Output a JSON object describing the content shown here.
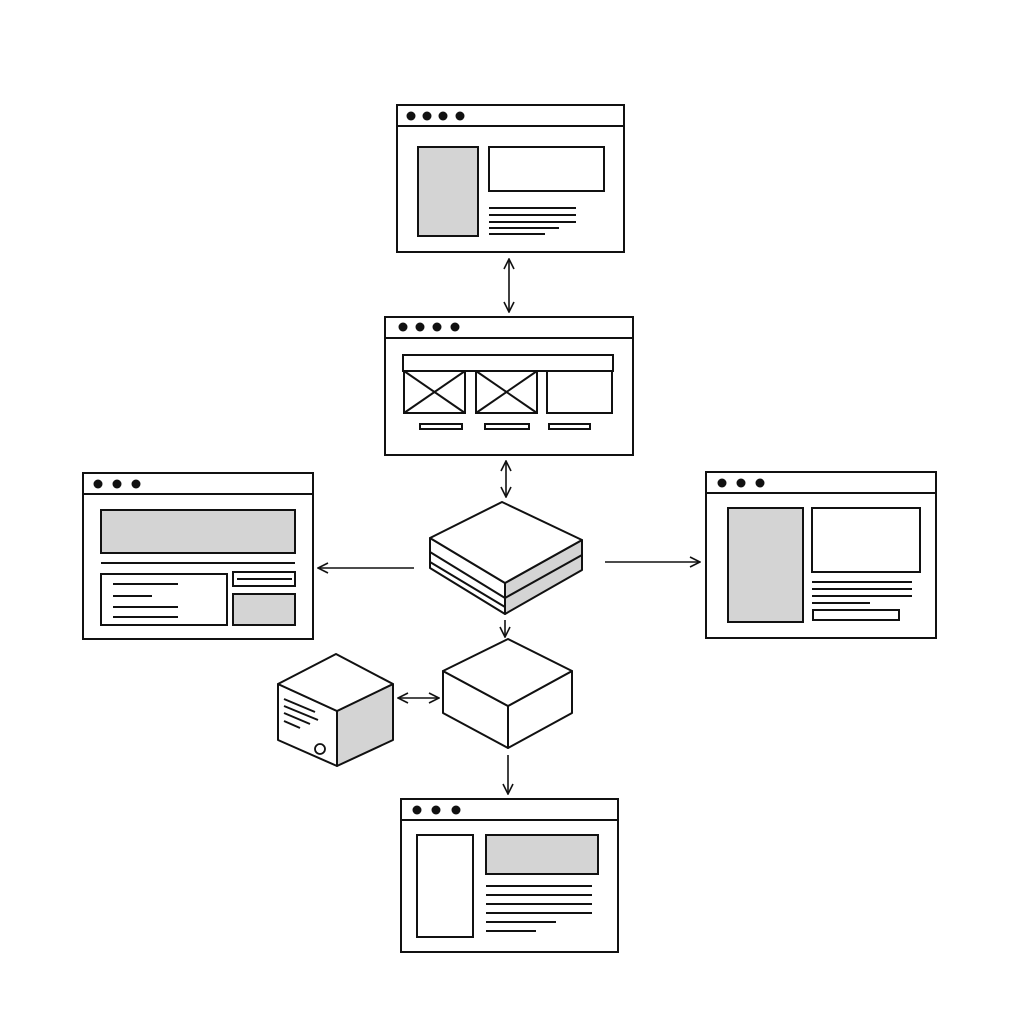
{
  "diagram": {
    "type": "system-architecture-sketch",
    "colors": {
      "stroke": "#111111",
      "placeholder_fill": "#d4d4d4",
      "background": "#ffffff"
    },
    "nodes": [
      {
        "id": "window-top",
        "kind": "browser-window",
        "dots": 4,
        "icon": "window-icon"
      },
      {
        "id": "window-gallery",
        "kind": "browser-window",
        "dots": 4,
        "icon": "window-icon"
      },
      {
        "id": "window-left",
        "kind": "browser-window",
        "dots": 3,
        "icon": "window-icon"
      },
      {
        "id": "window-right",
        "kind": "browser-window",
        "dots": 3,
        "icon": "window-icon"
      },
      {
        "id": "window-bottom",
        "kind": "browser-window",
        "dots": 3,
        "icon": "window-icon"
      },
      {
        "id": "hub-stack",
        "kind": "stacked-box",
        "icon": "database-stack-icon"
      },
      {
        "id": "cube-center",
        "kind": "cube",
        "icon": "cube-icon"
      },
      {
        "id": "server-box",
        "kind": "server",
        "icon": "server-icon"
      }
    ],
    "edges": [
      {
        "from": "window-top",
        "to": "window-gallery",
        "direction": "both"
      },
      {
        "from": "window-gallery",
        "to": "hub-stack",
        "direction": "both"
      },
      {
        "from": "hub-stack",
        "to": "window-left",
        "direction": "forward"
      },
      {
        "from": "hub-stack",
        "to": "window-right",
        "direction": "forward"
      },
      {
        "from": "hub-stack",
        "to": "cube-center",
        "direction": "forward"
      },
      {
        "from": "server-box",
        "to": "cube-center",
        "direction": "both"
      },
      {
        "from": "cube-center",
        "to": "window-bottom",
        "direction": "forward"
      }
    ]
  }
}
